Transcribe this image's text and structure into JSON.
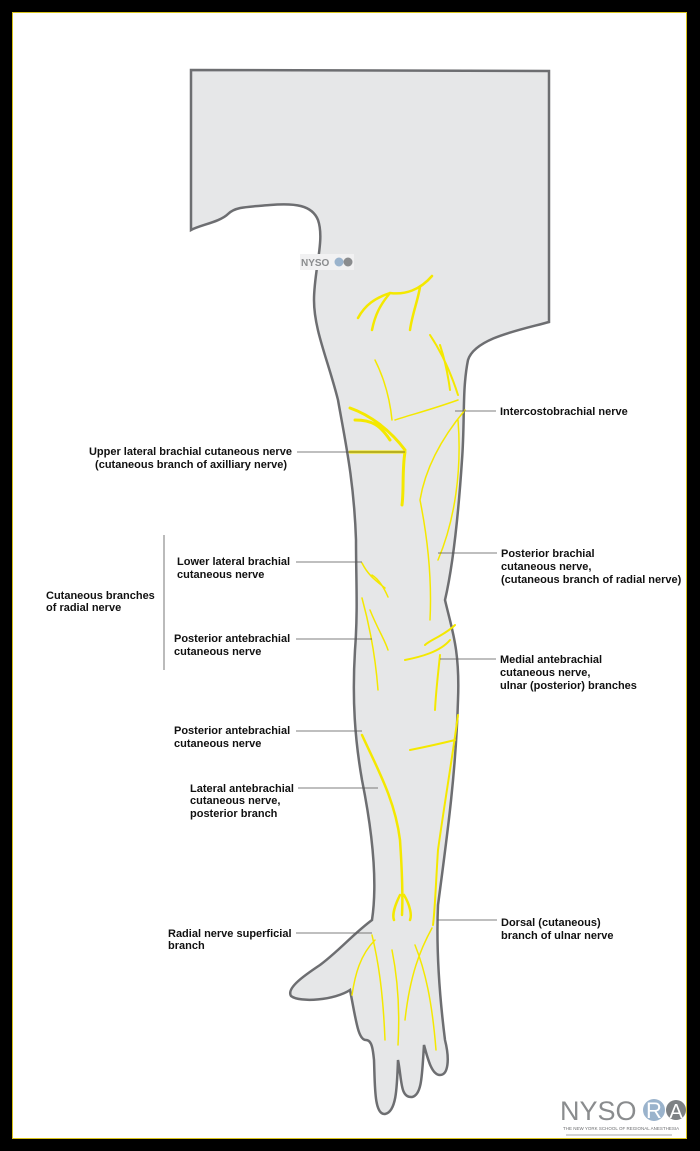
{
  "labels": {
    "intercostobrachial": [
      "Intercostobrachial nerve"
    ],
    "upper_lateral": [
      "Upper lateral brachial cutaneous nerve",
      "(cutaneous branch of axilliary nerve)"
    ],
    "posterior_brachial": [
      "Posterior  brachial",
      "cutaneous nerve,",
      "(cutaneous branch of radial nerve)"
    ],
    "radial_group": [
      "Cutaneous branches",
      "of radial nerve"
    ],
    "lower_lateral": [
      "Lower lateral brachial",
      "cutaneous nerve"
    ],
    "posterior_antebrachial_1": [
      "Posterior antebrachial",
      "cutaneous nerve"
    ],
    "medial_antebrachial": [
      "Medial antebrachial",
      "cutaneous nerve,",
      "ulnar (posterior) branches"
    ],
    "posterior_antebrachial_2": [
      "Posterior antebrachial",
      "cutaneous nerve"
    ],
    "lateral_antebrachial": [
      "Lateral antebrachial",
      "cutaneous nerve,",
      "posterior branch"
    ],
    "dorsal_ulnar": [
      "Dorsal (cutaneous)",
      "branch of ulnar nerve"
    ],
    "radial_superficial": [
      "Radial nerve superficial",
      "branch"
    ]
  },
  "logo": {
    "text": "NYSO",
    "badge_letters": [
      "R",
      "A"
    ],
    "tagline": "THE NEW YORK SCHOOL OF REGIONAL ANESTHESIA"
  },
  "colors": {
    "nerve": "#f4e800",
    "skin": "#e6e7e8",
    "outline": "#6d6e71",
    "frame": "#000000",
    "frame_accent": "#d8c21a"
  }
}
